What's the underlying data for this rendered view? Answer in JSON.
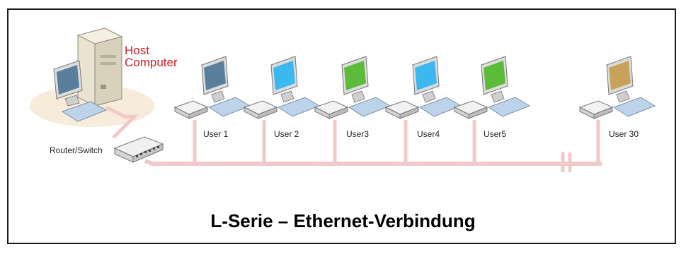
{
  "host": {
    "label_line1": "Host",
    "label_line2": "Computer",
    "label_color": "#d0202a"
  },
  "router": {
    "label": "Router/Switch"
  },
  "users": [
    {
      "label": "User 1",
      "screen_color": "#5a7f9c"
    },
    {
      "label": "User 2",
      "screen_color": "#3bb8ef"
    },
    {
      "label": "User3",
      "screen_color": "#5dbb3a"
    },
    {
      "label": "User4",
      "screen_color": "#3bb8ef"
    },
    {
      "label": "User5",
      "screen_color": "#5dbb3a"
    },
    {
      "label": "User 30",
      "screen_color": "#c9a25a"
    }
  ],
  "cable_color": "#f2c9c9",
  "caption": "L-Serie – Ethernet-Verbindung"
}
